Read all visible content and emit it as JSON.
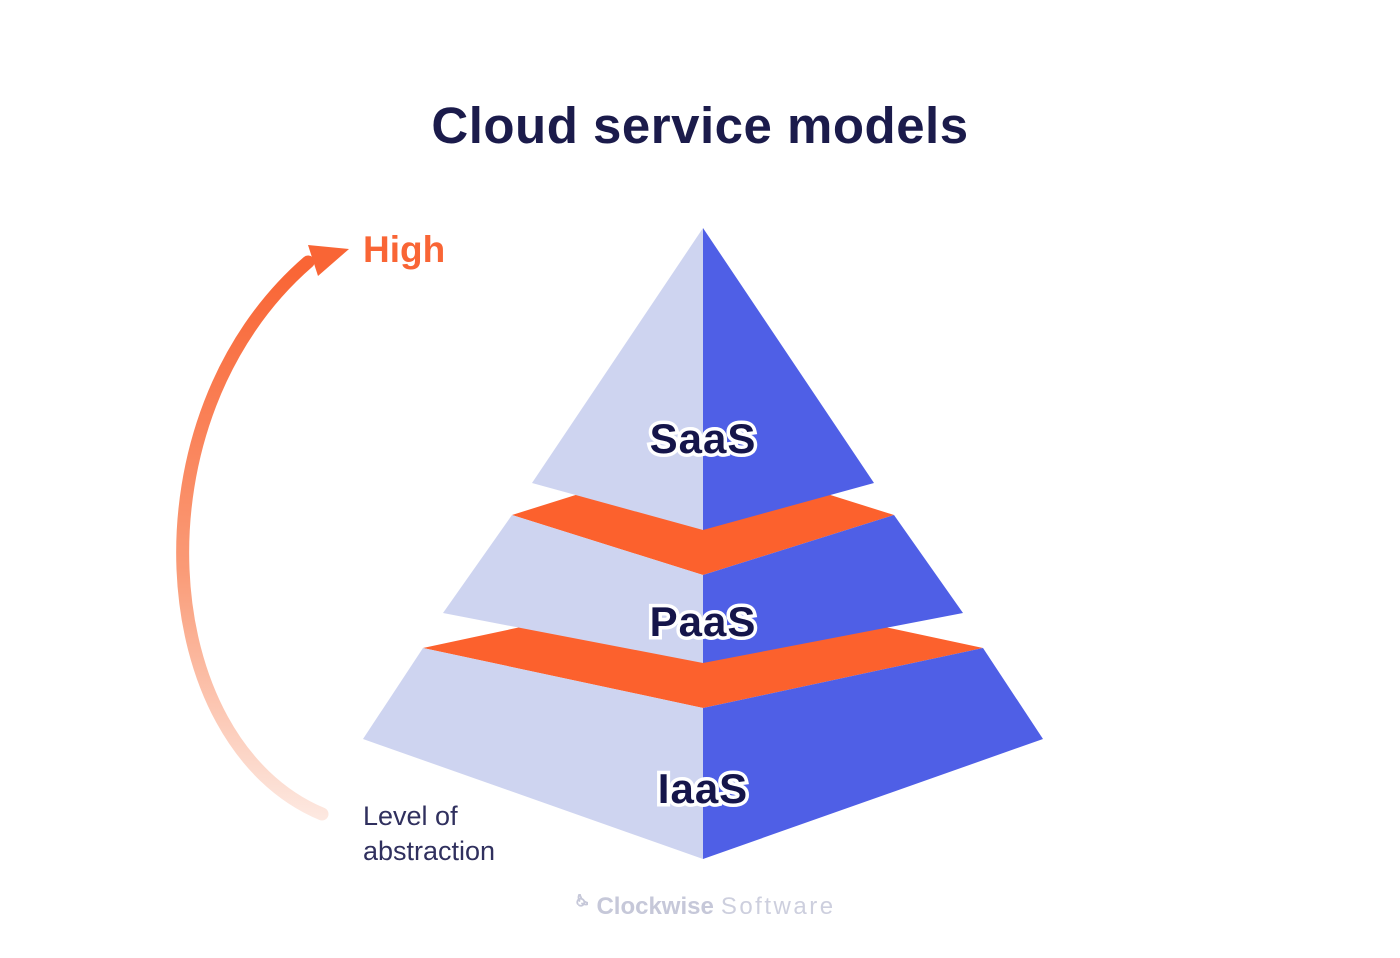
{
  "header": {
    "title": "Cloud service models"
  },
  "abstraction_axis": {
    "high_label": "High",
    "low_label_line1": "Level of",
    "low_label_line2": "abstraction"
  },
  "pyramid": {
    "tiers": [
      {
        "label": "SaaS"
      },
      {
        "label": "PaaS"
      },
      {
        "label": "IaaS"
      }
    ]
  },
  "footer": {
    "brand_name": "Clockwise",
    "brand_suffix": "Software"
  },
  "colors": {
    "face_left": "#CED4F0",
    "face_right": "#4F5FE6",
    "band": "#FC612D",
    "accent": "#F96535",
    "title_text": "#1B1B4B",
    "label_text": "#30305E",
    "tier_text": "#15154A",
    "logo": "#C6C8D9"
  }
}
